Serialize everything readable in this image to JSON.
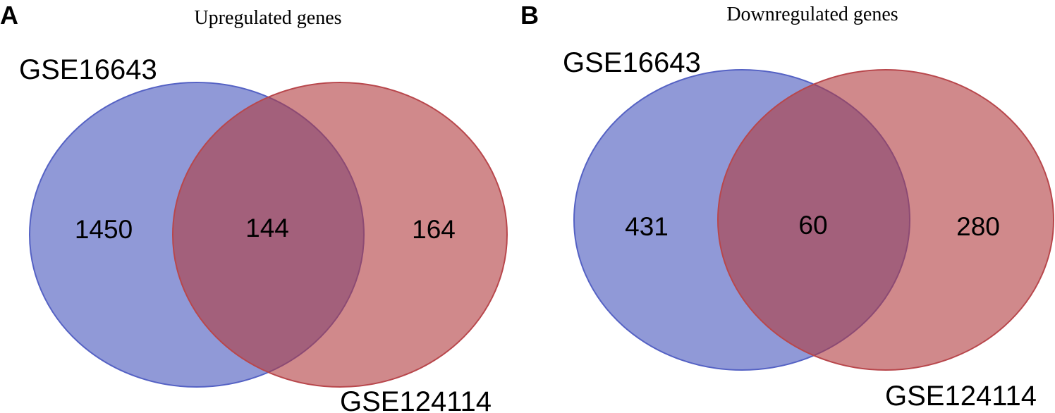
{
  "panels": [
    {
      "letter": "A",
      "title": "Upregulated genes",
      "set_a_label": "GSE16643",
      "set_b_label": "GSE124114",
      "only_a": "1450",
      "intersection": "144",
      "only_b": "164"
    },
    {
      "letter": "B",
      "title": "Downregulated genes",
      "set_a_label": "GSE16643",
      "set_b_label": "GSE124114",
      "only_a": "431",
      "intersection": "60",
      "only_b": "280"
    }
  ],
  "colors": {
    "set_a_fill": "#3b4cb8",
    "set_b_fill": "#b03a3e"
  }
}
